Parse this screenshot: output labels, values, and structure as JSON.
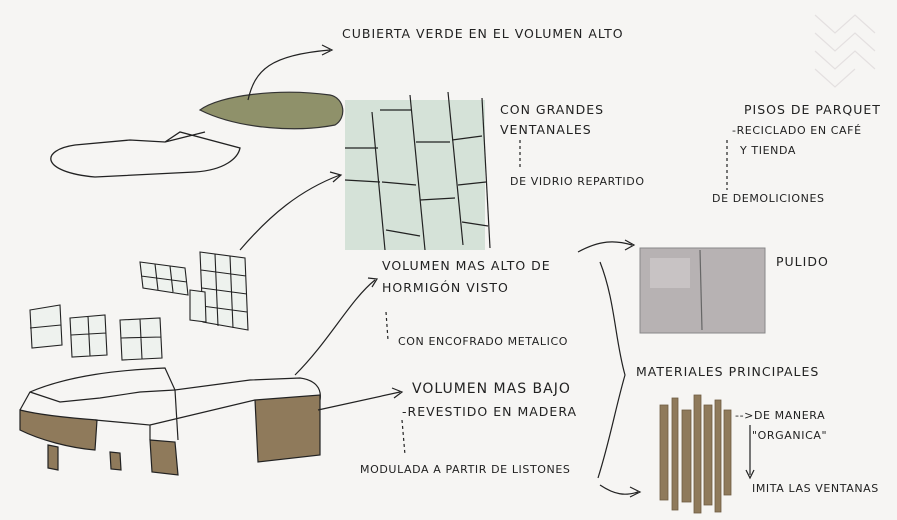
{
  "labels": {
    "green_roof": "CUBIERTA VERDE EN EL VOLUMEN ALTO",
    "windows_1": "CON GRANDES",
    "windows_2": "VENTANALES",
    "windows_3": "DE VIDRIO REPARTIDO",
    "parquet_1": "PISOS DE PARQUET",
    "parquet_2": "-RECICLADO EN CAFÉ",
    "parquet_3": "Y TIENDA",
    "parquet_4": "DE DEMOLICIONES",
    "polished": "PULIDO",
    "high_volume_1": "VOLUMEN MAS ALTO DE",
    "high_volume_2": "HORMIGÓN VISTO",
    "formwork": "CON ENCOFRADO METALICO",
    "materials": "MATERIALES PRINCIPALES",
    "low_volume": "VOLUMEN MAS BAJO",
    "wood_clad": "-REVESTIDO EN MADERA",
    "wood_1": "-->DE MANERA",
    "wood_2": "\"ORGANICA\"",
    "wood_3": "IMITA LAS VENTANAS",
    "slats": "MODULADA A PARTIR DE LISTONES"
  },
  "colors": {
    "ink": "#222222",
    "green_roof": "#8f916a",
    "glass_wash": "#d5e2d8",
    "concrete": "#b7b2b3",
    "wood": "#8f7a5b",
    "paper": "#f6f5f3"
  }
}
